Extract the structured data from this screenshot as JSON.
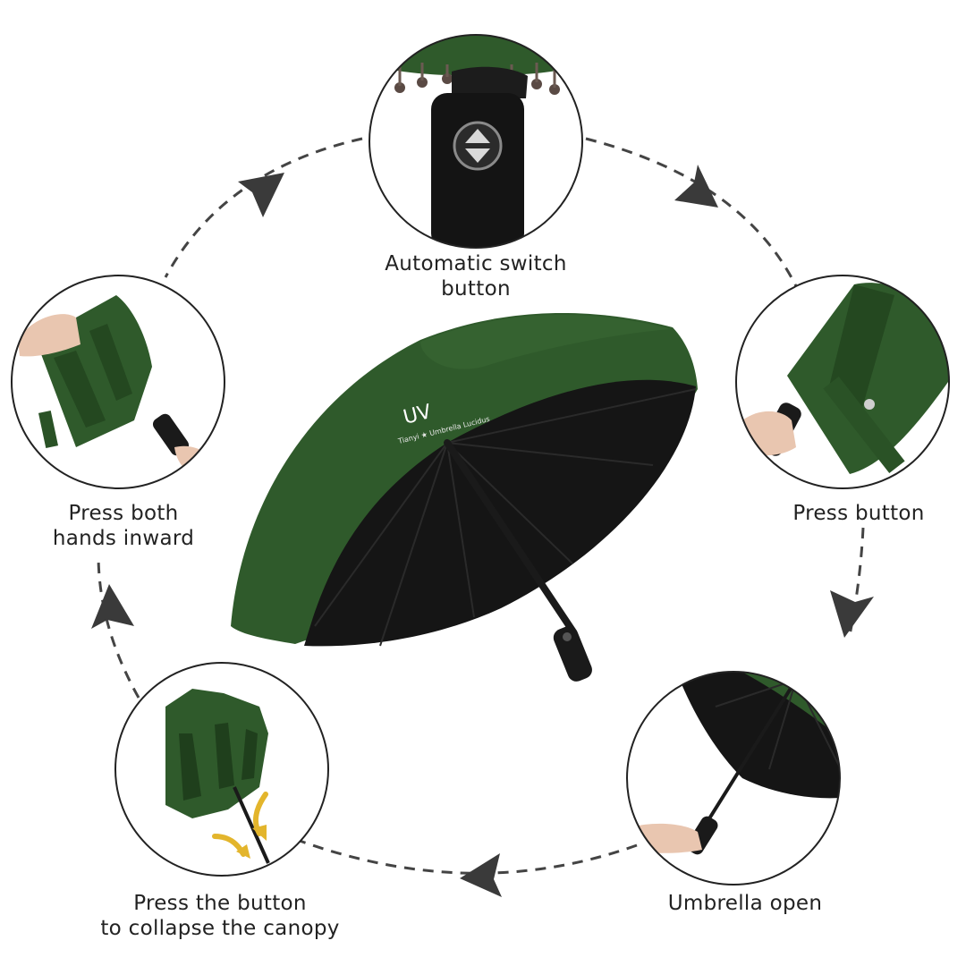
{
  "center_umbrella": {
    "brand_mark": "UV",
    "brand_tagline": "Tianyi ★ Umbrella Lucidus"
  },
  "steps": [
    {
      "id": "automatic-switch-button",
      "label_lines": [
        "Automatic switch",
        "button"
      ]
    },
    {
      "id": "press-button",
      "label_lines": [
        "Press button"
      ]
    },
    {
      "id": "umbrella-open",
      "label_lines": [
        "Umbrella open"
      ]
    },
    {
      "id": "press-to-collapse",
      "label_lines": [
        "Press the button",
        "to collapse the canopy"
      ]
    },
    {
      "id": "press-both-hands",
      "label_lines": [
        "Press both",
        "hands inward"
      ]
    }
  ],
  "colors": {
    "canopy_green": "#2f5a2b",
    "canopy_green_dark": "#234620",
    "canopy_inner": "#151515",
    "handle": "#1a1a1a",
    "dash": "#444444",
    "arrow": "#3a3a3a",
    "circle_stroke": "#222222",
    "skin": "#e9c6b0",
    "accent_yellow": "#e3b52c"
  }
}
